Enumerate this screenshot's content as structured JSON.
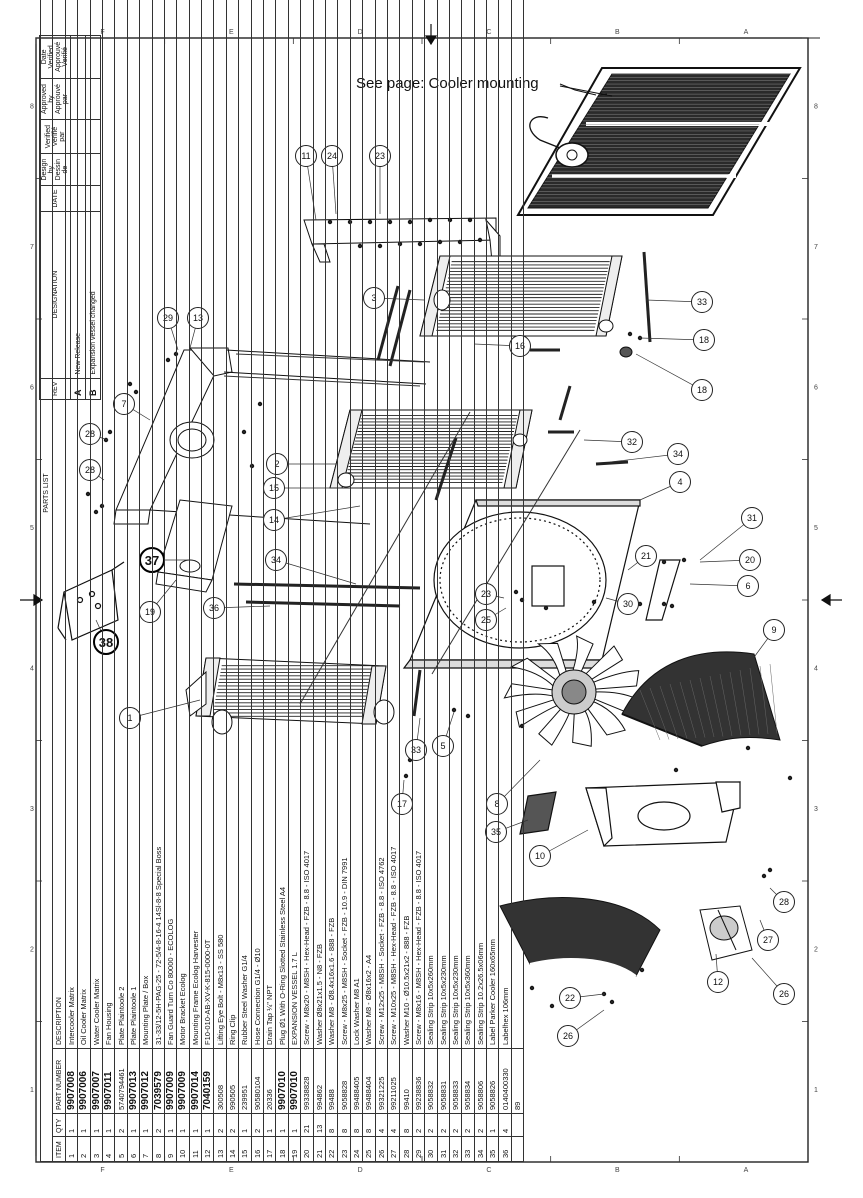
{
  "note": "See page: Cooler mounting",
  "border_letters": [
    "F",
    "E",
    "D",
    "C",
    "B",
    "A"
  ],
  "border_numbers": [
    "8",
    "7",
    "6",
    "5",
    "4",
    "3",
    "2",
    "1"
  ],
  "revision_block": {
    "headers": [
      "REV",
      "DESIGNATION",
      "DATE",
      "Design by Dessin de",
      "Verified Verifié par",
      "Approved by Approuvé par",
      "Date Verified Approuvé Verifié"
    ],
    "rows": [
      {
        "rev": "A",
        "designation": "New Release"
      },
      {
        "rev": "B",
        "designation": "Expansion vessel changed"
      }
    ]
  },
  "parts_list": {
    "title": "PARTS LIST",
    "headers": {
      "item": "ITEM",
      "qty": "QTY",
      "part": "PART NUMBER",
      "description": "DESCRIPTION"
    },
    "rows": [
      {
        "item": "1",
        "qty": "1",
        "part": "9907008",
        "desc": "Intercooler Matrix",
        "bold": true
      },
      {
        "item": "2",
        "qty": "1",
        "part": "9907006",
        "desc": "Oil Cooler Matrix",
        "bold": true
      },
      {
        "item": "3",
        "qty": "1",
        "part": "9907007",
        "desc": "Water Cooler Matrix",
        "bold": true
      },
      {
        "item": "4",
        "qty": "1",
        "part": "9907011",
        "desc": "Fan Housing",
        "bold": true
      },
      {
        "item": "5",
        "qty": "2",
        "part": "5740794461",
        "desc": "Plate Plaintoole 2",
        "bold": false
      },
      {
        "item": "6",
        "qty": "1",
        "part": "9907013",
        "desc": "Plate Plaintoole 1",
        "bold": true
      },
      {
        "item": "7",
        "qty": "1",
        "part": "9907012",
        "desc": "Mounting Plate / Box",
        "bold": true
      },
      {
        "item": "8",
        "qty": "2",
        "part": "7039579",
        "desc": "31-33/12-5H-PAG-25 - 72-5/4-8-16-4 14Sl-8-8 Special Boss",
        "bold": true
      },
      {
        "item": "9",
        "qty": "1",
        "part": "9907009",
        "desc": "Fan Guard Turn Co 80000 - ECOLOG",
        "bold": true
      },
      {
        "item": "10",
        "qty": "1",
        "part": "9907009",
        "desc": "Motor Bracket Ecolog",
        "bold": true
      },
      {
        "item": "11",
        "qty": "1",
        "part": "9907014",
        "desc": "Mounting Frame Ecolog Harvester",
        "bold": true
      },
      {
        "item": "12",
        "qty": "1",
        "part": "7040159",
        "desc": "F10-010-AB-XV-K-815-0000-0T",
        "bold": true
      },
      {
        "item": "13",
        "qty": "2",
        "part": "300508",
        "desc": "Lifting Eye Bolt - M8x13 - SS 580",
        "bold": false
      },
      {
        "item": "14",
        "qty": "2",
        "part": "990505",
        "desc": "Ring Clip",
        "bold": false
      },
      {
        "item": "15",
        "qty": "1",
        "part": "239951",
        "desc": "Rubber Steel Washer G1/4",
        "bold": false
      },
      {
        "item": "16",
        "qty": "2",
        "part": "90580104",
        "desc": "Hose Connection G1/4 - Ø10",
        "bold": false
      },
      {
        "item": "17",
        "qty": "1",
        "part": "20336",
        "desc": "Drain Tap ¼\" NPT",
        "bold": false
      },
      {
        "item": "18",
        "qty": "1",
        "part": "9907010",
        "desc": "Plug Ø1 With O-Ring Slotted Stainless Steel A4",
        "bold": true
      },
      {
        "item": "19",
        "qty": "1",
        "part": "9907010",
        "desc": "EXPANSION VESSEL 1.7 L",
        "bold": true
      },
      {
        "item": "20",
        "qty": "21",
        "part": "99338828",
        "desc": "Screw - M8x20 - M8SH - Hex-Head - FZB - 8.8 - ISO 4017",
        "bold": false
      },
      {
        "item": "21",
        "qty": "13",
        "part": "994862",
        "desc": "Washer Ø8x21x1.5 - N8 - FZB",
        "bold": false
      },
      {
        "item": "22",
        "qty": "8",
        "part": "99488",
        "desc": "Washer M8 - Ø8.4x16x1.6 - 888 - FZB",
        "bold": false
      },
      {
        "item": "23",
        "qty": "8",
        "part": "9058828",
        "desc": "Screw - M8x25 - M8SH - Socket - FZB - 10.9 - DIN 7991",
        "bold": false
      },
      {
        "item": "24",
        "qty": "8",
        "part": "99488405",
        "desc": "Lock Washer M8 A1",
        "bold": false
      },
      {
        "item": "25",
        "qty": "8",
        "part": "99488404",
        "desc": "Washer M8 - Ø8x16x2 - A4",
        "bold": false
      },
      {
        "item": "26",
        "qty": "4",
        "part": "99321225",
        "desc": "Screw - M12x25 - M8SH - Socket - FZB - 8.8 - ISO 4762",
        "bold": false
      },
      {
        "item": "27",
        "qty": "4",
        "part": "99211025",
        "desc": "Screw - M10x25 - M8SH - Hex-Head - FZB - 8.8 - ISO 4017",
        "bold": false
      },
      {
        "item": "28",
        "qty": "8",
        "part": "99410",
        "desc": "Washer M10 - Ø10.5x21x2 - 888 - FZB",
        "bold": false
      },
      {
        "item": "29",
        "qty": "2",
        "part": "99238836",
        "desc": "Screw - M8x16 - M8SH - Hex-Head - FZB - 8.8 - ISO 4017",
        "bold": false
      },
      {
        "item": "30",
        "qty": "2",
        "part": "9058832",
        "desc": "Sealing Strip 10x5x260mm",
        "bold": false
      },
      {
        "item": "31",
        "qty": "2",
        "part": "9058831",
        "desc": "Sealing Strip 10x5x230mm",
        "bold": false
      },
      {
        "item": "32",
        "qty": "2",
        "part": "9058833",
        "desc": "Sealing Strip 10x5x230mm",
        "bold": false
      },
      {
        "item": "33",
        "qty": "2",
        "part": "9058834",
        "desc": "Sealing Strip 10x5x360mm",
        "bold": false
      },
      {
        "item": "34",
        "qty": "2",
        "part": "9058806",
        "desc": "Sealing Strip 10.2x26.5x06mm",
        "bold": false
      },
      {
        "item": "35",
        "qty": "1",
        "part": "9058826",
        "desc": "Label Parker Cooler 160x65mm",
        "bold": false
      },
      {
        "item": "36",
        "qty": "4",
        "part": "0140400330",
        "desc": "Labelhex 106mm",
        "bold": false
      },
      {
        "item": "",
        "qty": "",
        "part": "89",
        "desc": "",
        "bold": false
      }
    ]
  },
  "callouts": [
    "1",
    "2",
    "3",
    "4",
    "5",
    "6",
    "7",
    "8",
    "9",
    "10",
    "11",
    "12",
    "13",
    "14",
    "15",
    "16",
    "17",
    "18",
    "18",
    "19",
    "20",
    "21",
    "22",
    "23",
    "23",
    "24",
    "25",
    "26",
    "26",
    "27",
    "28",
    "28",
    "28",
    "29",
    "30",
    "31",
    "32",
    "33",
    "33",
    "34",
    "34",
    "35",
    "36",
    "37",
    "38"
  ]
}
